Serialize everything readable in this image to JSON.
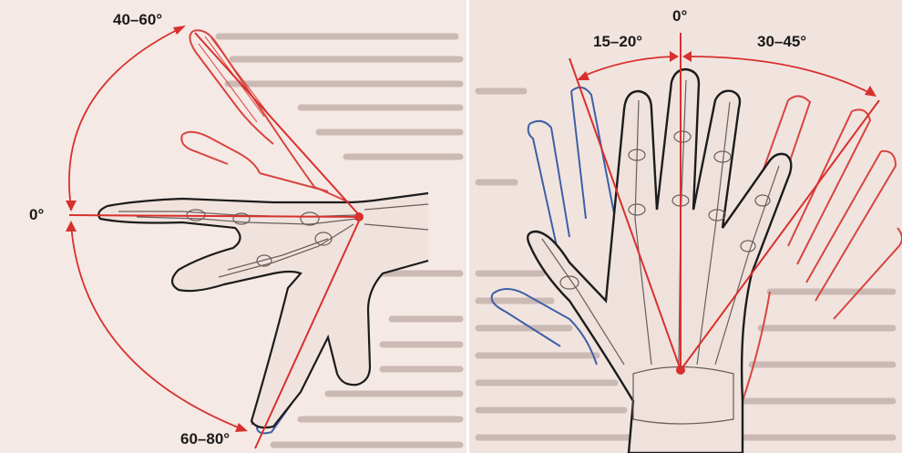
{
  "left_panel": {
    "labels": {
      "extension": "40–60°",
      "neutral": "0°",
      "flexion": "60–80°"
    }
  },
  "right_panel": {
    "labels": {
      "neutral": "0°",
      "radial": "15–20°",
      "ulnar": "30–45°"
    }
  },
  "colors": {
    "line_red": "#d8302e",
    "hand_red": "#d94440",
    "hand_blue": "#3f5fa6",
    "outline": "#1c1c1c",
    "bone": "#e9ddd6"
  }
}
